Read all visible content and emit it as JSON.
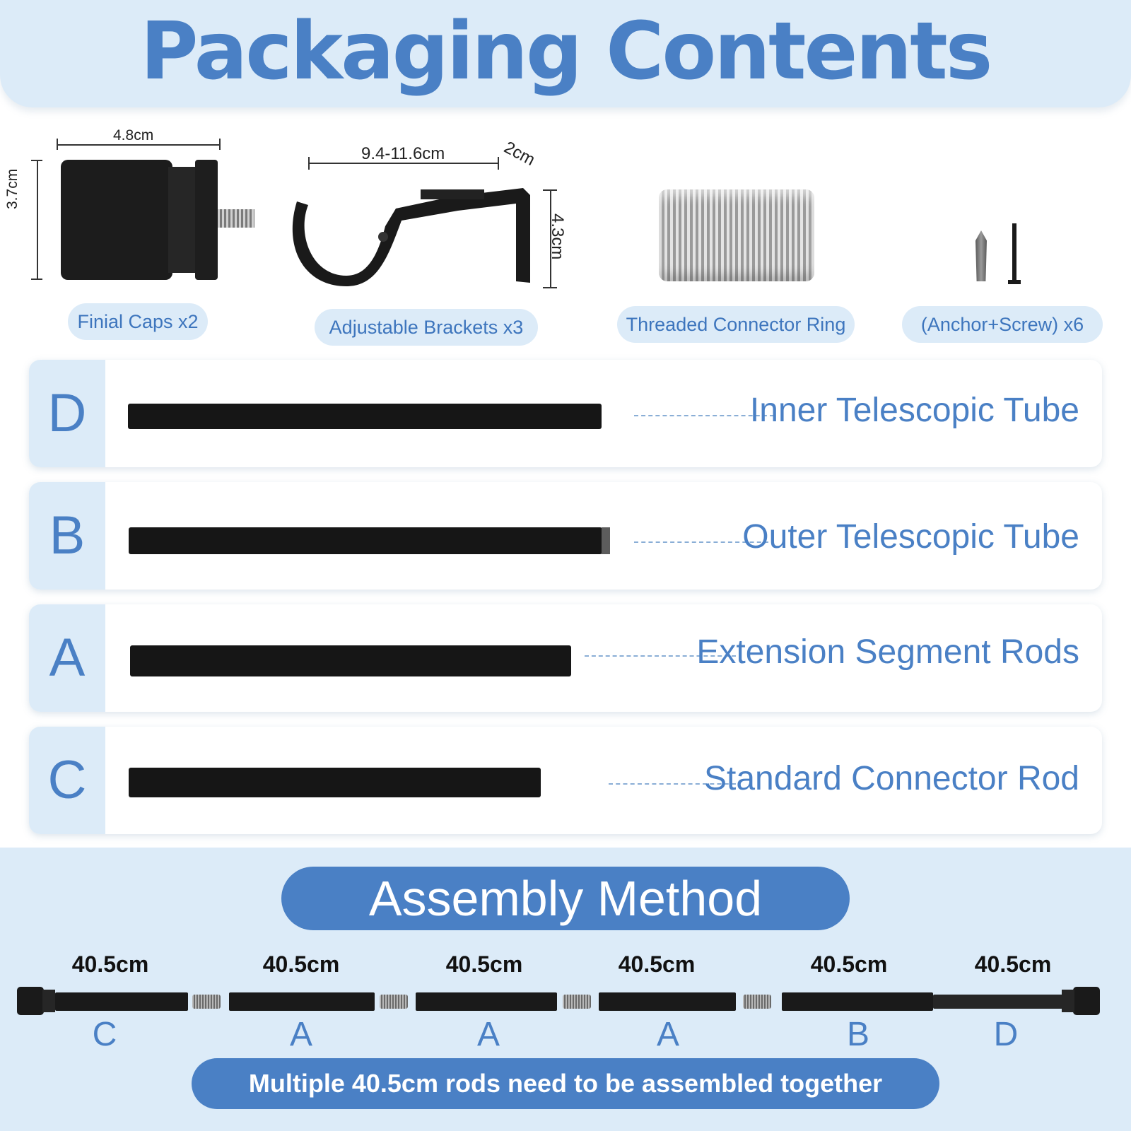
{
  "header": {
    "title": "Packaging Contents"
  },
  "items": [
    {
      "label": "Finial Caps x2",
      "dims": {
        "width": "4.8cm",
        "height": "3.7cm"
      }
    },
    {
      "label": "Adjustable Brackets x3",
      "dims": {
        "width": "9.4-11.6cm",
        "depth": "2cm",
        "height": "4.3cm"
      }
    },
    {
      "label": "Threaded Connector Ring"
    },
    {
      "label": "(Anchor+Screw) x6"
    }
  ],
  "rods": [
    {
      "letter": "D",
      "label": "Inner Telescopic Tube"
    },
    {
      "letter": "B",
      "label": "Outer Telescopic Tube"
    },
    {
      "letter": "A",
      "label": "Extension Segment Rods"
    },
    {
      "letter": "C",
      "label": "Standard Connector Rod"
    }
  ],
  "assembly": {
    "title": "Assembly Method",
    "segments": [
      {
        "length": "40.5cm",
        "letter": "C"
      },
      {
        "length": "40.5cm",
        "letter": "A"
      },
      {
        "length": "40.5cm",
        "letter": "A"
      },
      {
        "length": "40.5cm",
        "letter": "A"
      },
      {
        "length": "40.5cm",
        "letter": "B"
      },
      {
        "length": "40.5cm",
        "letter": "D"
      }
    ],
    "note": "Multiple 40.5cm rods need to be assembled together"
  },
  "colors": {
    "accent": "#4a80c5",
    "light": "#dcebf8",
    "rod": "#161616"
  }
}
